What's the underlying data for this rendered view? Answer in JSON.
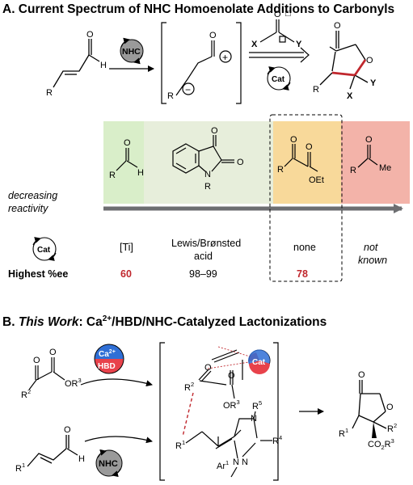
{
  "section_a": {
    "title": "A. Current Spectrum of NHC Homoenolate Additions to Carbonyls",
    "nhc_label": "NHC",
    "cat_label": "Cat",
    "electrophile_atoms": {
      "o": "O",
      "x": "X",
      "y": "Y",
      "box": "□"
    },
    "lactone_atoms": {
      "o_top": "O",
      "o_ring": "O",
      "r": "R",
      "x": "X",
      "y": "Y"
    },
    "enal_atoms": {
      "o": "O",
      "h": "H",
      "r": "R"
    },
    "bracket_atoms": {
      "o": "O",
      "plus": "+",
      "minus": "−",
      "r": "R"
    },
    "substrates": [
      {
        "atoms": {
          "o": "O",
          "r": "R",
          "h": "H"
        },
        "color": "#d9eec9"
      },
      {
        "atoms": {
          "o1": "O",
          "o2": "O",
          "n": "N",
          "r": "R"
        },
        "color": "#e7eedb"
      },
      {
        "atoms": {
          "o1": "O",
          "o2": "O",
          "r": "R",
          "oet": "OEt"
        },
        "color": "#f8d99a"
      },
      {
        "atoms": {
          "o": "O",
          "r": "R",
          "me": "Me"
        },
        "color": "#f3b3a9"
      }
    ],
    "reactivity_label_1": "decreasing",
    "reactivity_label_2": "reactivity",
    "catalyst_row": [
      "[Ti]",
      "Lewis/Brønsted",
      "acid",
      "none",
      "not",
      "known"
    ],
    "ee_label": "Highest %ee",
    "ee_values": [
      "60",
      "98–99",
      "78"
    ]
  },
  "section_b": {
    "title_prefix": "B. ",
    "title_italic": "This Work",
    "title_rest": ": Ca",
    "title_sup": "2+",
    "title_end": "/HBD/NHC-Catalyzed Lactonizations",
    "ca_label": "Ca",
    "ca_sup": "2+",
    "hbd_label": "HBD",
    "nhc_label": "NHC",
    "cat_label": "Cat",
    "ketoester_atoms": {
      "o1": "O",
      "o2": "O",
      "r2": "R",
      "r2_sup": "2",
      "or3": "OR",
      "or3_sup": "3"
    },
    "enal_atoms": {
      "o": "O",
      "h": "H",
      "r1": "R",
      "r1_sup": "1"
    },
    "ts_atoms": {
      "o1": "O",
      "o2": "O",
      "r2": "R",
      "r2_sup": "2",
      "or3": "OR",
      "or3_sup": "3",
      "r1": "R",
      "r1_sup": "1",
      "n1": "N",
      "r5": "R",
      "r5_sup": "5",
      "r4": "R",
      "r4_sup": "4",
      "n2": "N",
      "n3": "N",
      "ar1": "Ar",
      "ar1_sup": "1"
    },
    "product_atoms": {
      "o_top": "O",
      "o_ring": "O",
      "r1": "R",
      "r1_sup": "1",
      "r2": "R",
      "r2_sup": "2",
      "co2": "CO",
      "co2_sub": "2",
      "r3": "R",
      "r3_sup": "3"
    }
  },
  "colors": {
    "accent_red": "#c0272d",
    "arrow_gray": "#6d6e71",
    "cat_blue": "#2f6fd6",
    "cat_red": "#e8424b",
    "nhc_gray": "#9a9a9a"
  }
}
